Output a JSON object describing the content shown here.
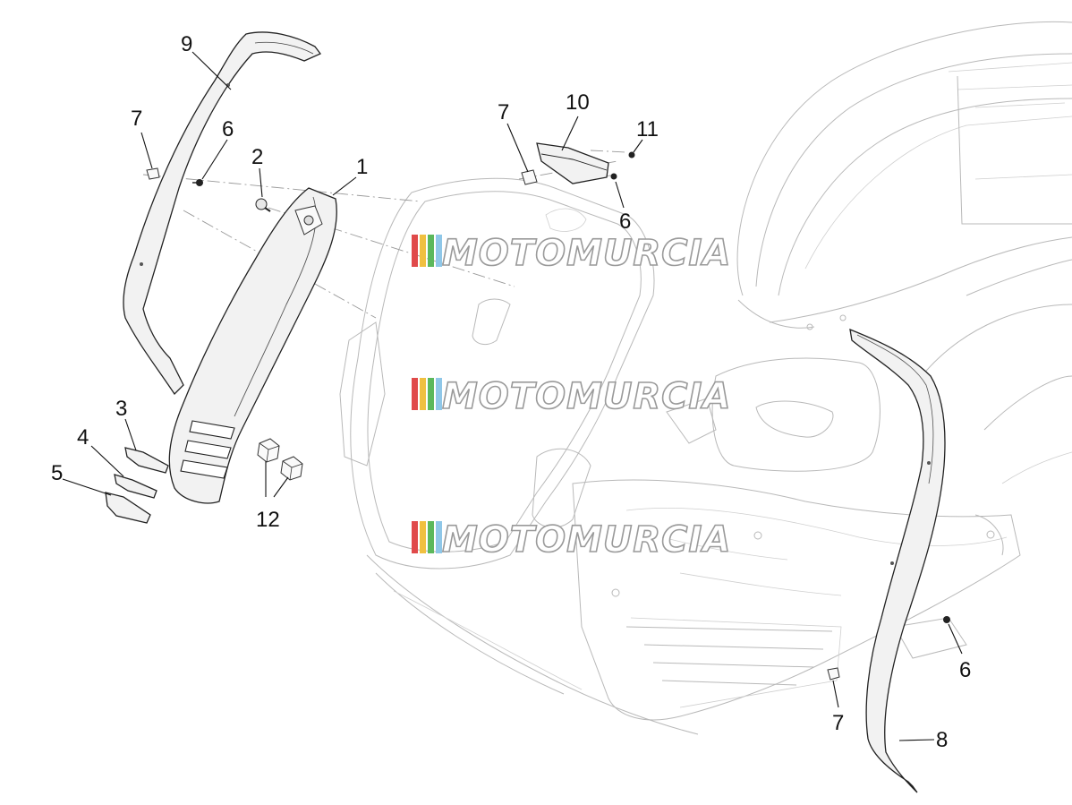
{
  "diagram": {
    "callouts": [
      {
        "id": "c1",
        "label": "1"
      },
      {
        "id": "c2",
        "label": "2"
      },
      {
        "id": "c3",
        "label": "3"
      },
      {
        "id": "c4",
        "label": "4"
      },
      {
        "id": "c5",
        "label": "5"
      },
      {
        "id": "c6a",
        "label": "6"
      },
      {
        "id": "c6b",
        "label": "6"
      },
      {
        "id": "c6c",
        "label": "6"
      },
      {
        "id": "c7a",
        "label": "7"
      },
      {
        "id": "c7b",
        "label": "7"
      },
      {
        "id": "c7c",
        "label": "7"
      },
      {
        "id": "c8",
        "label": "8"
      },
      {
        "id": "c9",
        "label": "9"
      },
      {
        "id": "c10",
        "label": "10"
      },
      {
        "id": "c11",
        "label": "11"
      },
      {
        "id": "c12",
        "label": "12"
      }
    ]
  },
  "watermark": {
    "text": "MOTOMURCIA",
    "colors": [
      "#e04a4a",
      "#f0c040",
      "#5cb85c",
      "#8fc7e8"
    ]
  }
}
